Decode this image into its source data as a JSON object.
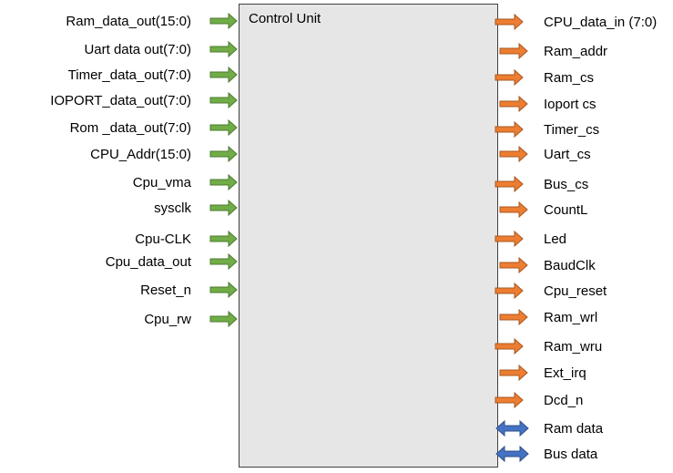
{
  "block": {
    "title": "Control Unit",
    "fill": "#E7E6E6",
    "border": "#404040"
  },
  "colors": {
    "input_arrow": "#70AD47",
    "output_arrow": "#ED7D31",
    "bidir_arrow": "#4472C4"
  },
  "inputs": [
    "Ram_data_out(15:0)",
    "Uart  data  out(7:0)",
    "Timer_data_out(7:0)",
    "IOPORT_data_out(7:0)",
    "Rom _data_out(7:0)",
    "CPU_Addr(15:0)",
    "Cpu_vma",
    "sysclk",
    "Cpu-CLK",
    "Cpu_data_out",
    "Reset_n",
    "Cpu_rw"
  ],
  "outputs": [
    "CPU_data_in (7:0)",
    "Ram_addr",
    "Ram_cs",
    "Ioport  cs",
    "Timer_cs",
    "Uart_cs",
    "Bus_cs",
    "CountL",
    "Led",
    "BaudClk",
    "Cpu_reset",
    "Ram_wrl",
    "Ram_wru",
    "Ext_irq",
    "Dcd_n"
  ],
  "bidirectional": [
    "Ram  data",
    "Bus  data"
  ]
}
